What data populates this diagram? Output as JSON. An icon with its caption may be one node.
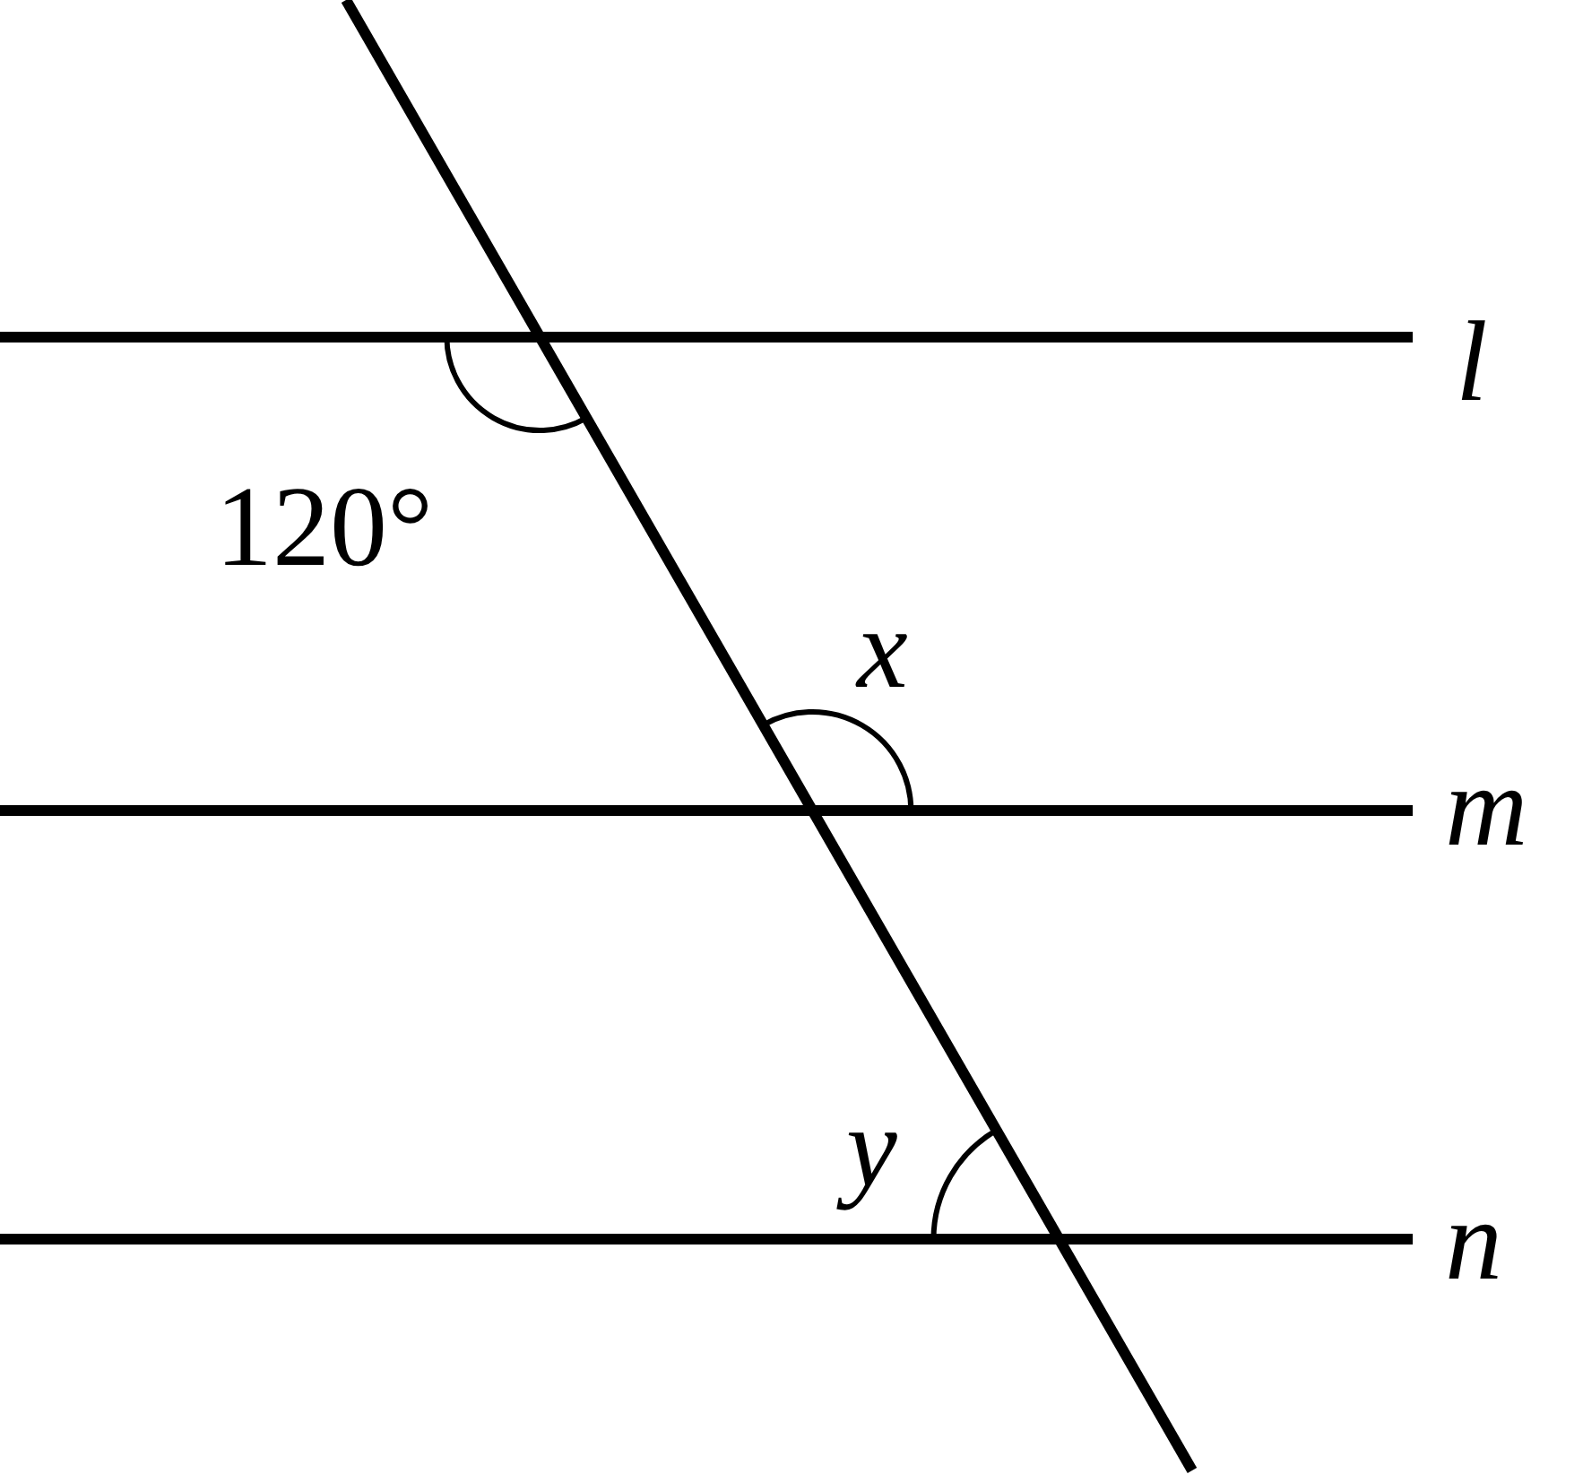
{
  "diagram": {
    "labels": [
      "l",
      "120°",
      "x",
      "m",
      "y",
      "n"
    ]
  }
}
